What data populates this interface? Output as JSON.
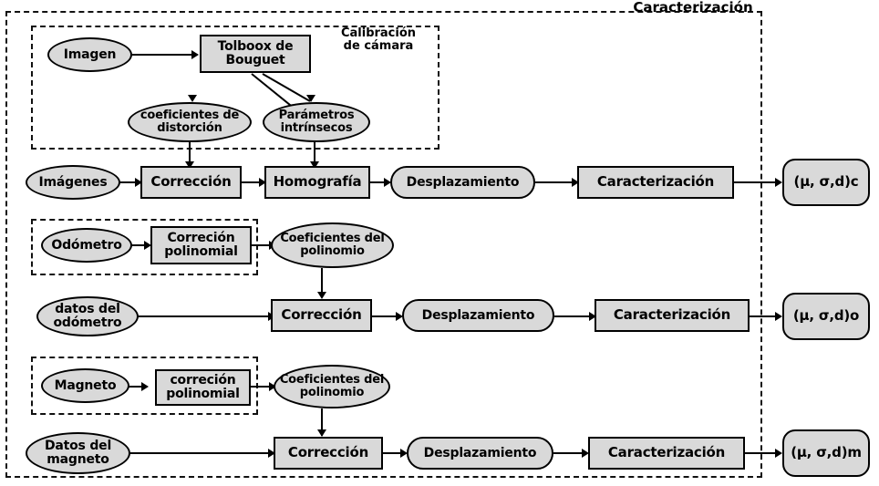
{
  "diagram": {
    "title": "Caracterización",
    "groups": {
      "camera_calibration": "Calibración\nde cámara"
    },
    "nodes": {
      "imagen": "Imagen",
      "toolbox": "Tolboox de\nBouguet",
      "coef_distorcion": "coeficientes\nde distorción",
      "parametros_intrinsecos": "Parámetros\nintrínsecos",
      "imagenes": "Imágenes",
      "correccion_img": "Corrección",
      "homografia": "Homografía",
      "desplazamiento_img": "Desplazamiento",
      "caracterizacion_img": "Caracterización",
      "salida_camara": "(μ, σ,d)c",
      "odometro": "Odómetro",
      "correccion_poli_odo": "Correción\npolinomial",
      "coef_poli_odo": "Coeficientes\ndel polinomio",
      "datos_odometro": "datos del\nodómetro",
      "correccion_odo": "Corrección",
      "desplazamiento_odo": "Desplazamiento",
      "caracterizacion_odo": "Caracterización",
      "salida_odometro": "(μ, σ,d)o",
      "magneto": "Magneto",
      "correccion_poli_mag": "correción\npolinomial",
      "coef_poli_mag": "Coeficientes\ndel polinomio",
      "datos_magneto": "Datos del\nmagneto",
      "correccion_mag": "Corrección",
      "desplazamiento_mag": "Desplazamiento",
      "caracterizacion_mag": "Caracterización",
      "salida_magneto": "(μ, σ,d)m"
    },
    "colors": {
      "node_fill": "#d9d9d9",
      "stroke": "#000000",
      "background": "#ffffff"
    }
  }
}
